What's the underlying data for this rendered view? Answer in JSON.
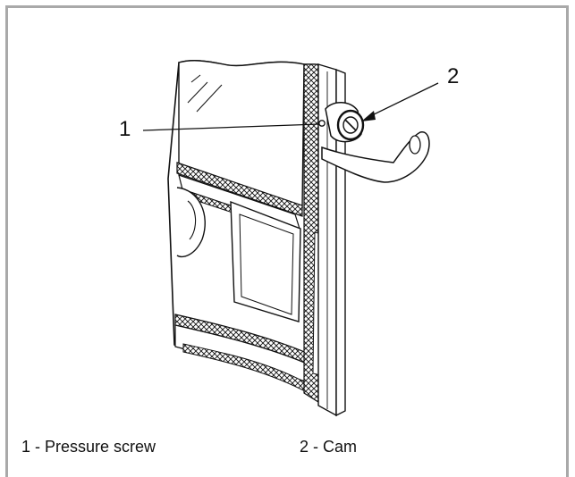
{
  "callouts": [
    {
      "number": "1"
    },
    {
      "number": "2"
    }
  ],
  "legend": [
    {
      "text": "1 - Pressure screw"
    },
    {
      "text": "2 - Cam"
    }
  ]
}
